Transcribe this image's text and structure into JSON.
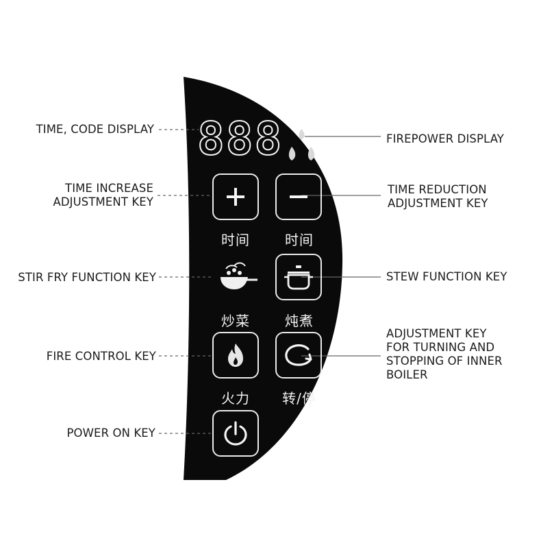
{
  "callouts": {
    "time_code_display": "TIME, CODE DISPLAY",
    "firepower_display": "FIREPOWER DISPLAY",
    "time_increase_line1": "TIME INCREASE",
    "time_increase_line2": "ADJUSTMENT KEY",
    "time_reduction_line1": "TIME REDUCTION",
    "time_reduction_line2": "ADJUSTMENT KEY",
    "stir_fry": "STIR FRY FUNCTION KEY",
    "stew": "STEW FUNCTION KEY",
    "fire_control": "FIRE CONTROL KEY",
    "turning_line1": "ADJUSTMENT KEY",
    "turning_line2": "FOR TURNING AND",
    "turning_line3": "STOPPING OF INNER",
    "turning_line4": "BOILER",
    "power_on": "POWER ON KEY"
  },
  "panel": {
    "display_digits": "888",
    "keys": {
      "plus_label": "时间",
      "minus_label": "时间",
      "stir_fry_label": "炒菜",
      "stew_label": "炖煮",
      "fire_label": "火力",
      "turn_label": "转/停"
    }
  },
  "icons": {
    "plus": "plus-icon",
    "minus": "minus-icon",
    "wok": "wok-icon",
    "pot": "pot-icon",
    "flame": "flame-icon",
    "rotate": "rotate-icon",
    "power": "power-icon",
    "firepower_flames": "flame-icon"
  },
  "colors": {
    "panel": "#0a0a0a",
    "panel_text": "#f2f2f2",
    "leader_line": "#555555"
  }
}
